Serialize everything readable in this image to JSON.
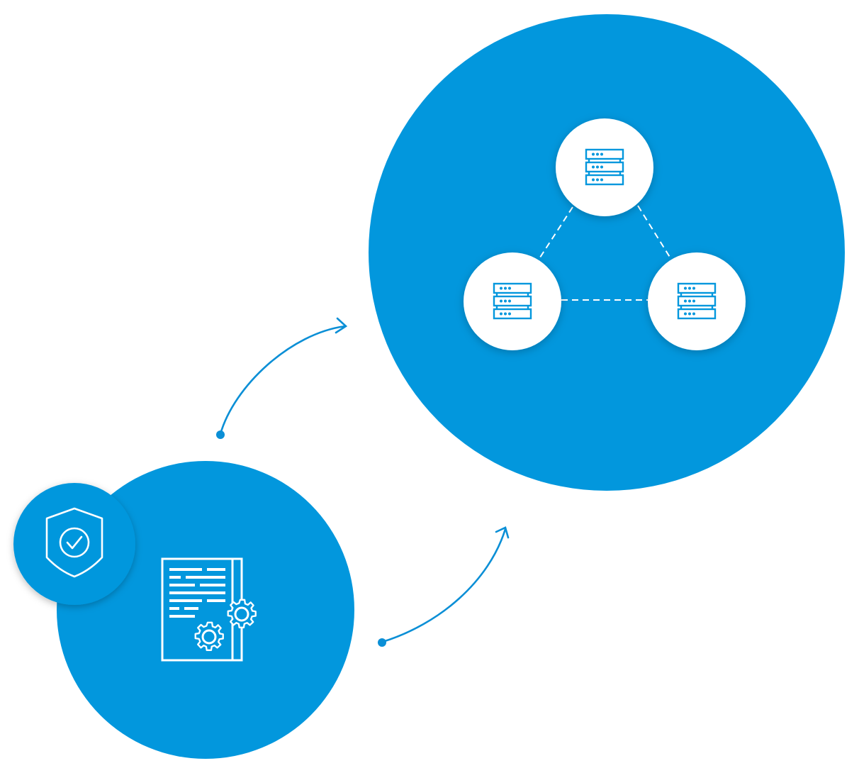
{
  "colors": {
    "primary": "#0297DD",
    "arrow": "#0B8FD6",
    "node_fill": "#ffffff",
    "line": "#ffffff",
    "background": "#ffffff"
  },
  "cluster": {
    "icon": "server-rack-icon",
    "nodes": [
      {
        "id": "node-top",
        "icon": "server-rack-icon"
      },
      {
        "id": "node-left",
        "icon": "server-rack-icon"
      },
      {
        "id": "node-right",
        "icon": "server-rack-icon"
      }
    ],
    "links": [
      [
        "node-top",
        "node-left"
      ],
      [
        "node-top",
        "node-right"
      ],
      [
        "node-left",
        "node-right"
      ]
    ]
  },
  "source": {
    "main_icon": "config-document-gears-icon",
    "badge_icon": "shield-check-icon"
  },
  "arrows": [
    {
      "id": "arrow-upper",
      "from": "source",
      "to": "cluster"
    },
    {
      "id": "arrow-lower",
      "from": "source",
      "to": "cluster"
    }
  ]
}
